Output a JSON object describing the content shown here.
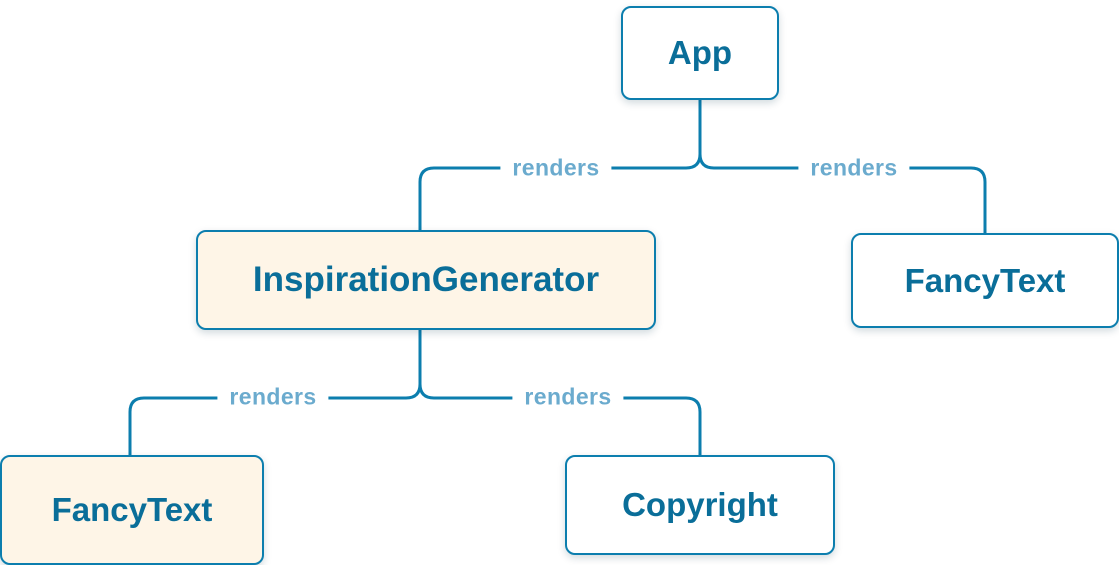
{
  "diagram": {
    "colors": {
      "background": "#FFFFFF",
      "line": "#0C7EAE",
      "node_text": "#0A6E99",
      "edge_label": "#6BABCE",
      "node_fill": "#FFFFFF",
      "node_fill_highlight": "#FEF5E7"
    },
    "nodes": [
      {
        "id": "app",
        "label": "App",
        "variant": "default"
      },
      {
        "id": "inspiration-generator",
        "label": "InspirationGenerator",
        "variant": "highlight"
      },
      {
        "id": "fancy-text-right",
        "label": "FancyText",
        "variant": "default"
      },
      {
        "id": "fancy-text-left",
        "label": "FancyText",
        "variant": "highlight"
      },
      {
        "id": "copyright",
        "label": "Copyright",
        "variant": "default"
      }
    ],
    "edges": [
      {
        "from": "App",
        "to": "InspirationGenerator",
        "label": "renders"
      },
      {
        "from": "App",
        "to": "FancyText",
        "label": "renders"
      },
      {
        "from": "InspirationGenerator",
        "to": "FancyText",
        "label": "renders"
      },
      {
        "from": "InspirationGenerator",
        "to": "Copyright",
        "label": "renders"
      }
    ]
  }
}
